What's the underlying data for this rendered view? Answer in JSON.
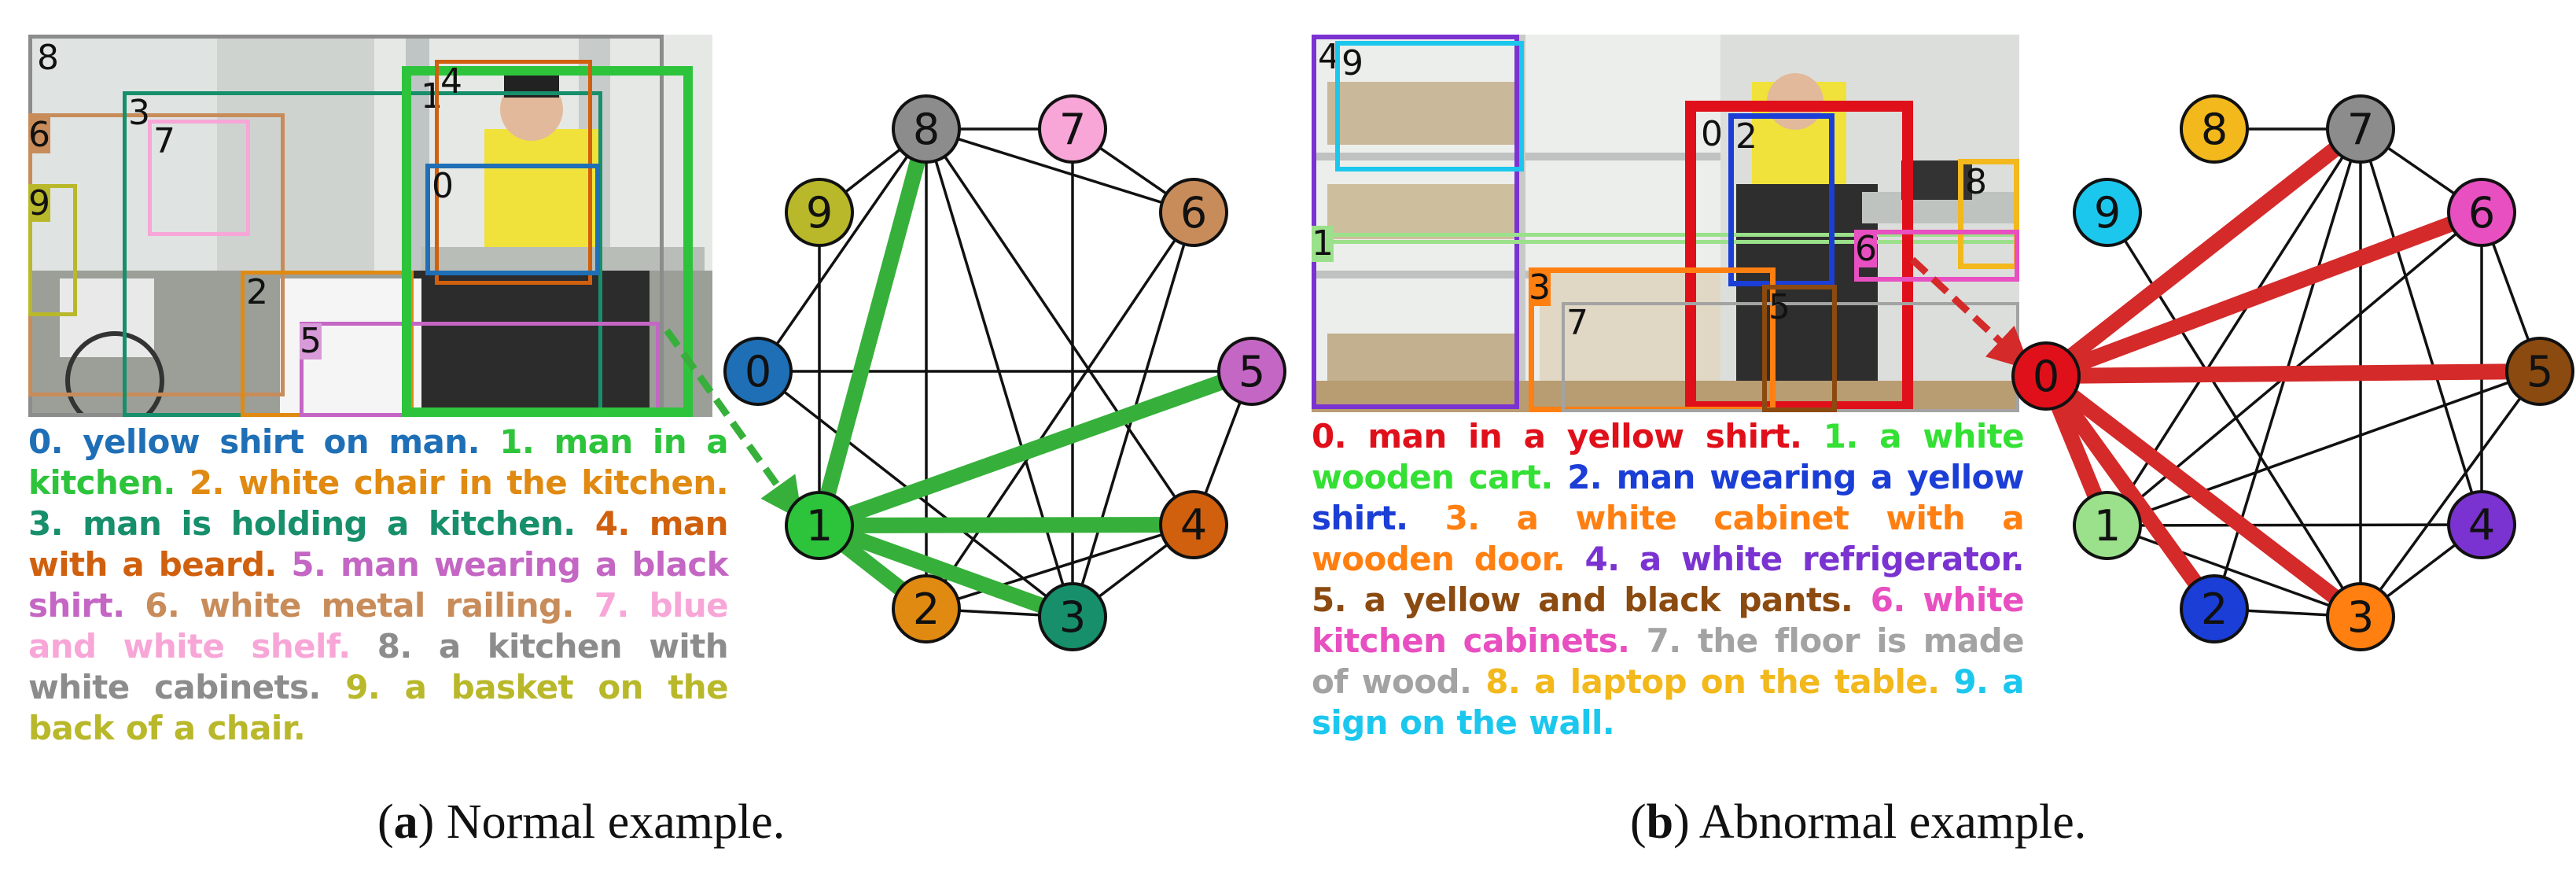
{
  "panels": {
    "a": {
      "caption_letter": "a",
      "caption_text": "Normal example.",
      "descriptions": [
        {
          "num": "0.",
          "text": "yellow shirt on man.",
          "color": "#1f6fb6"
        },
        {
          "num": "1.",
          "text": "man in a kitchen.",
          "color": "#2dc43c"
        },
        {
          "num": "2.",
          "text": "white chair in the kitchen.",
          "color": "#e08a12"
        },
        {
          "num": "3.",
          "text": "man is holding a kitchen.",
          "color": "#178f6b"
        },
        {
          "num": "4.",
          "text": "man with a beard.",
          "color": "#d0600e"
        },
        {
          "num": "5.",
          "text": "man wearing a black shirt.",
          "color": "#c466c4"
        },
        {
          "num": "6.",
          "text": "white metal railing.",
          "color": "#c88c5a"
        },
        {
          "num": "7.",
          "text": "blue and white shelf.",
          "color": "#f7a6d7"
        },
        {
          "num": "8.",
          "text": "a kitchen with white cabinets.",
          "color": "#8c8c8c"
        },
        {
          "num": "9.",
          "text": "a basket on the back of a chair.",
          "color": "#b8b82a"
        }
      ],
      "boxes": [
        {
          "label": "8",
          "color": "#8c8c8c"
        },
        {
          "label": "6",
          "color": "#c88c5a"
        },
        {
          "label": "3",
          "color": "#178f6b"
        },
        {
          "label": "7",
          "color": "#f7a6d7"
        },
        {
          "label": "9",
          "color": "#b8b82a"
        },
        {
          "label": "2",
          "color": "#e08a12"
        },
        {
          "label": "5",
          "color": "#c466c4"
        },
        {
          "label": "1",
          "color": "#2dc43c"
        },
        {
          "label": "4",
          "color": "#d0600e"
        },
        {
          "label": "0",
          "color": "#1f6fb6"
        }
      ],
      "nodes": [
        {
          "label": "0",
          "color": "#1f6fb6"
        },
        {
          "label": "1",
          "color": "#2dc43c"
        },
        {
          "label": "2",
          "color": "#e08a12"
        },
        {
          "label": "3",
          "color": "#178f6b"
        },
        {
          "label": "4",
          "color": "#d0600e"
        },
        {
          "label": "5",
          "color": "#c466c4"
        },
        {
          "label": "6",
          "color": "#c88c5a"
        },
        {
          "label": "7",
          "color": "#f7a6d7"
        },
        {
          "label": "8",
          "color": "#8c8c8c"
        },
        {
          "label": "9",
          "color": "#b8b82a"
        }
      ],
      "highlight_node": 1,
      "highlight_color": "#36b03a",
      "thick_edges": [
        [
          1,
          8
        ],
        [
          1,
          5
        ],
        [
          1,
          2
        ],
        [
          1,
          3
        ],
        [
          1,
          4
        ]
      ],
      "thin_edges": [
        [
          9,
          1
        ],
        [
          9,
          8
        ],
        [
          0,
          8
        ],
        [
          0,
          3
        ],
        [
          0,
          5
        ],
        [
          8,
          7
        ],
        [
          8,
          6
        ],
        [
          8,
          2
        ],
        [
          8,
          3
        ],
        [
          8,
          4
        ],
        [
          7,
          6
        ],
        [
          7,
          3
        ],
        [
          6,
          2
        ],
        [
          6,
          3
        ],
        [
          5,
          4
        ],
        [
          2,
          3
        ],
        [
          2,
          4
        ],
        [
          3,
          4
        ]
      ]
    },
    "b": {
      "caption_letter": "b",
      "caption_text": "Abnormal example.",
      "descriptions": [
        {
          "num": "0.",
          "text": "man in a yellow shirt.",
          "color": "#e0101b"
        },
        {
          "num": "1.",
          "text": "a white wooden cart.",
          "color": "#33e033"
        },
        {
          "num": "2.",
          "text": "man wearing a yellow shirt.",
          "color": "#1b3ed6"
        },
        {
          "num": "3.",
          "text": "a white cabinet with a wooden door.",
          "color": "#ff7f11"
        },
        {
          "num": "4.",
          "text": "a white refrigerator.",
          "color": "#7a33d1"
        },
        {
          "num": "5.",
          "text": "a yellow and black pants.",
          "color": "#8b4a10"
        },
        {
          "num": "6.",
          "text": "white kitchen cabinets.",
          "color": "#e84fc0"
        },
        {
          "num": "7.",
          "text": "the floor is made of wood.",
          "color": "#a3a3a3"
        },
        {
          "num": "8.",
          "text": "a laptop on the table.",
          "color": "#f2b81c"
        },
        {
          "num": "9.",
          "text": "a sign on the wall.",
          "color": "#1cc7ee"
        }
      ],
      "boxes": [
        {
          "label": "4",
          "color": "#7a33d1"
        },
        {
          "label": "9",
          "color": "#1cc7ee"
        },
        {
          "label": "1",
          "color": "#9be08a"
        },
        {
          "label": "0",
          "color": "#e0101b"
        },
        {
          "label": "2",
          "color": "#1b3ed6"
        },
        {
          "label": "8",
          "color": "#f2b81c"
        },
        {
          "label": "6",
          "color": "#e84fc0"
        },
        {
          "label": "3",
          "color": "#ff7f11"
        },
        {
          "label": "7",
          "color": "#a3a3a3"
        },
        {
          "label": "5",
          "color": "#8b4a10"
        }
      ],
      "nodes": [
        {
          "label": "0",
          "color": "#e0101b"
        },
        {
          "label": "1",
          "color": "#9be08a"
        },
        {
          "label": "2",
          "color": "#1b3ed6"
        },
        {
          "label": "3",
          "color": "#ff7f11"
        },
        {
          "label": "4",
          "color": "#7a33d1"
        },
        {
          "label": "5",
          "color": "#8b4a10"
        },
        {
          "label": "6",
          "color": "#e84fc0"
        },
        {
          "label": "7",
          "color": "#8c8c8c"
        },
        {
          "label": "8",
          "color": "#f2b81c"
        },
        {
          "label": "9",
          "color": "#1cc7ee"
        }
      ],
      "highlight_node": 0,
      "highlight_color": "#d42a2a",
      "thick_edges": [
        [
          0,
          7
        ],
        [
          0,
          6
        ],
        [
          0,
          5
        ],
        [
          0,
          1
        ],
        [
          0,
          2
        ],
        [
          0,
          3
        ]
      ],
      "thin_edges": [
        [
          9,
          3
        ],
        [
          7,
          6
        ],
        [
          7,
          4
        ],
        [
          7,
          1
        ],
        [
          7,
          2
        ],
        [
          6,
          1
        ],
        [
          6,
          5
        ],
        [
          6,
          4
        ],
        [
          5,
          1
        ],
        [
          5,
          3
        ],
        [
          4,
          3
        ],
        [
          1,
          4
        ],
        [
          1,
          3
        ],
        [
          2,
          3
        ],
        [
          8,
          7
        ],
        [
          7,
          3
        ]
      ]
    }
  }
}
